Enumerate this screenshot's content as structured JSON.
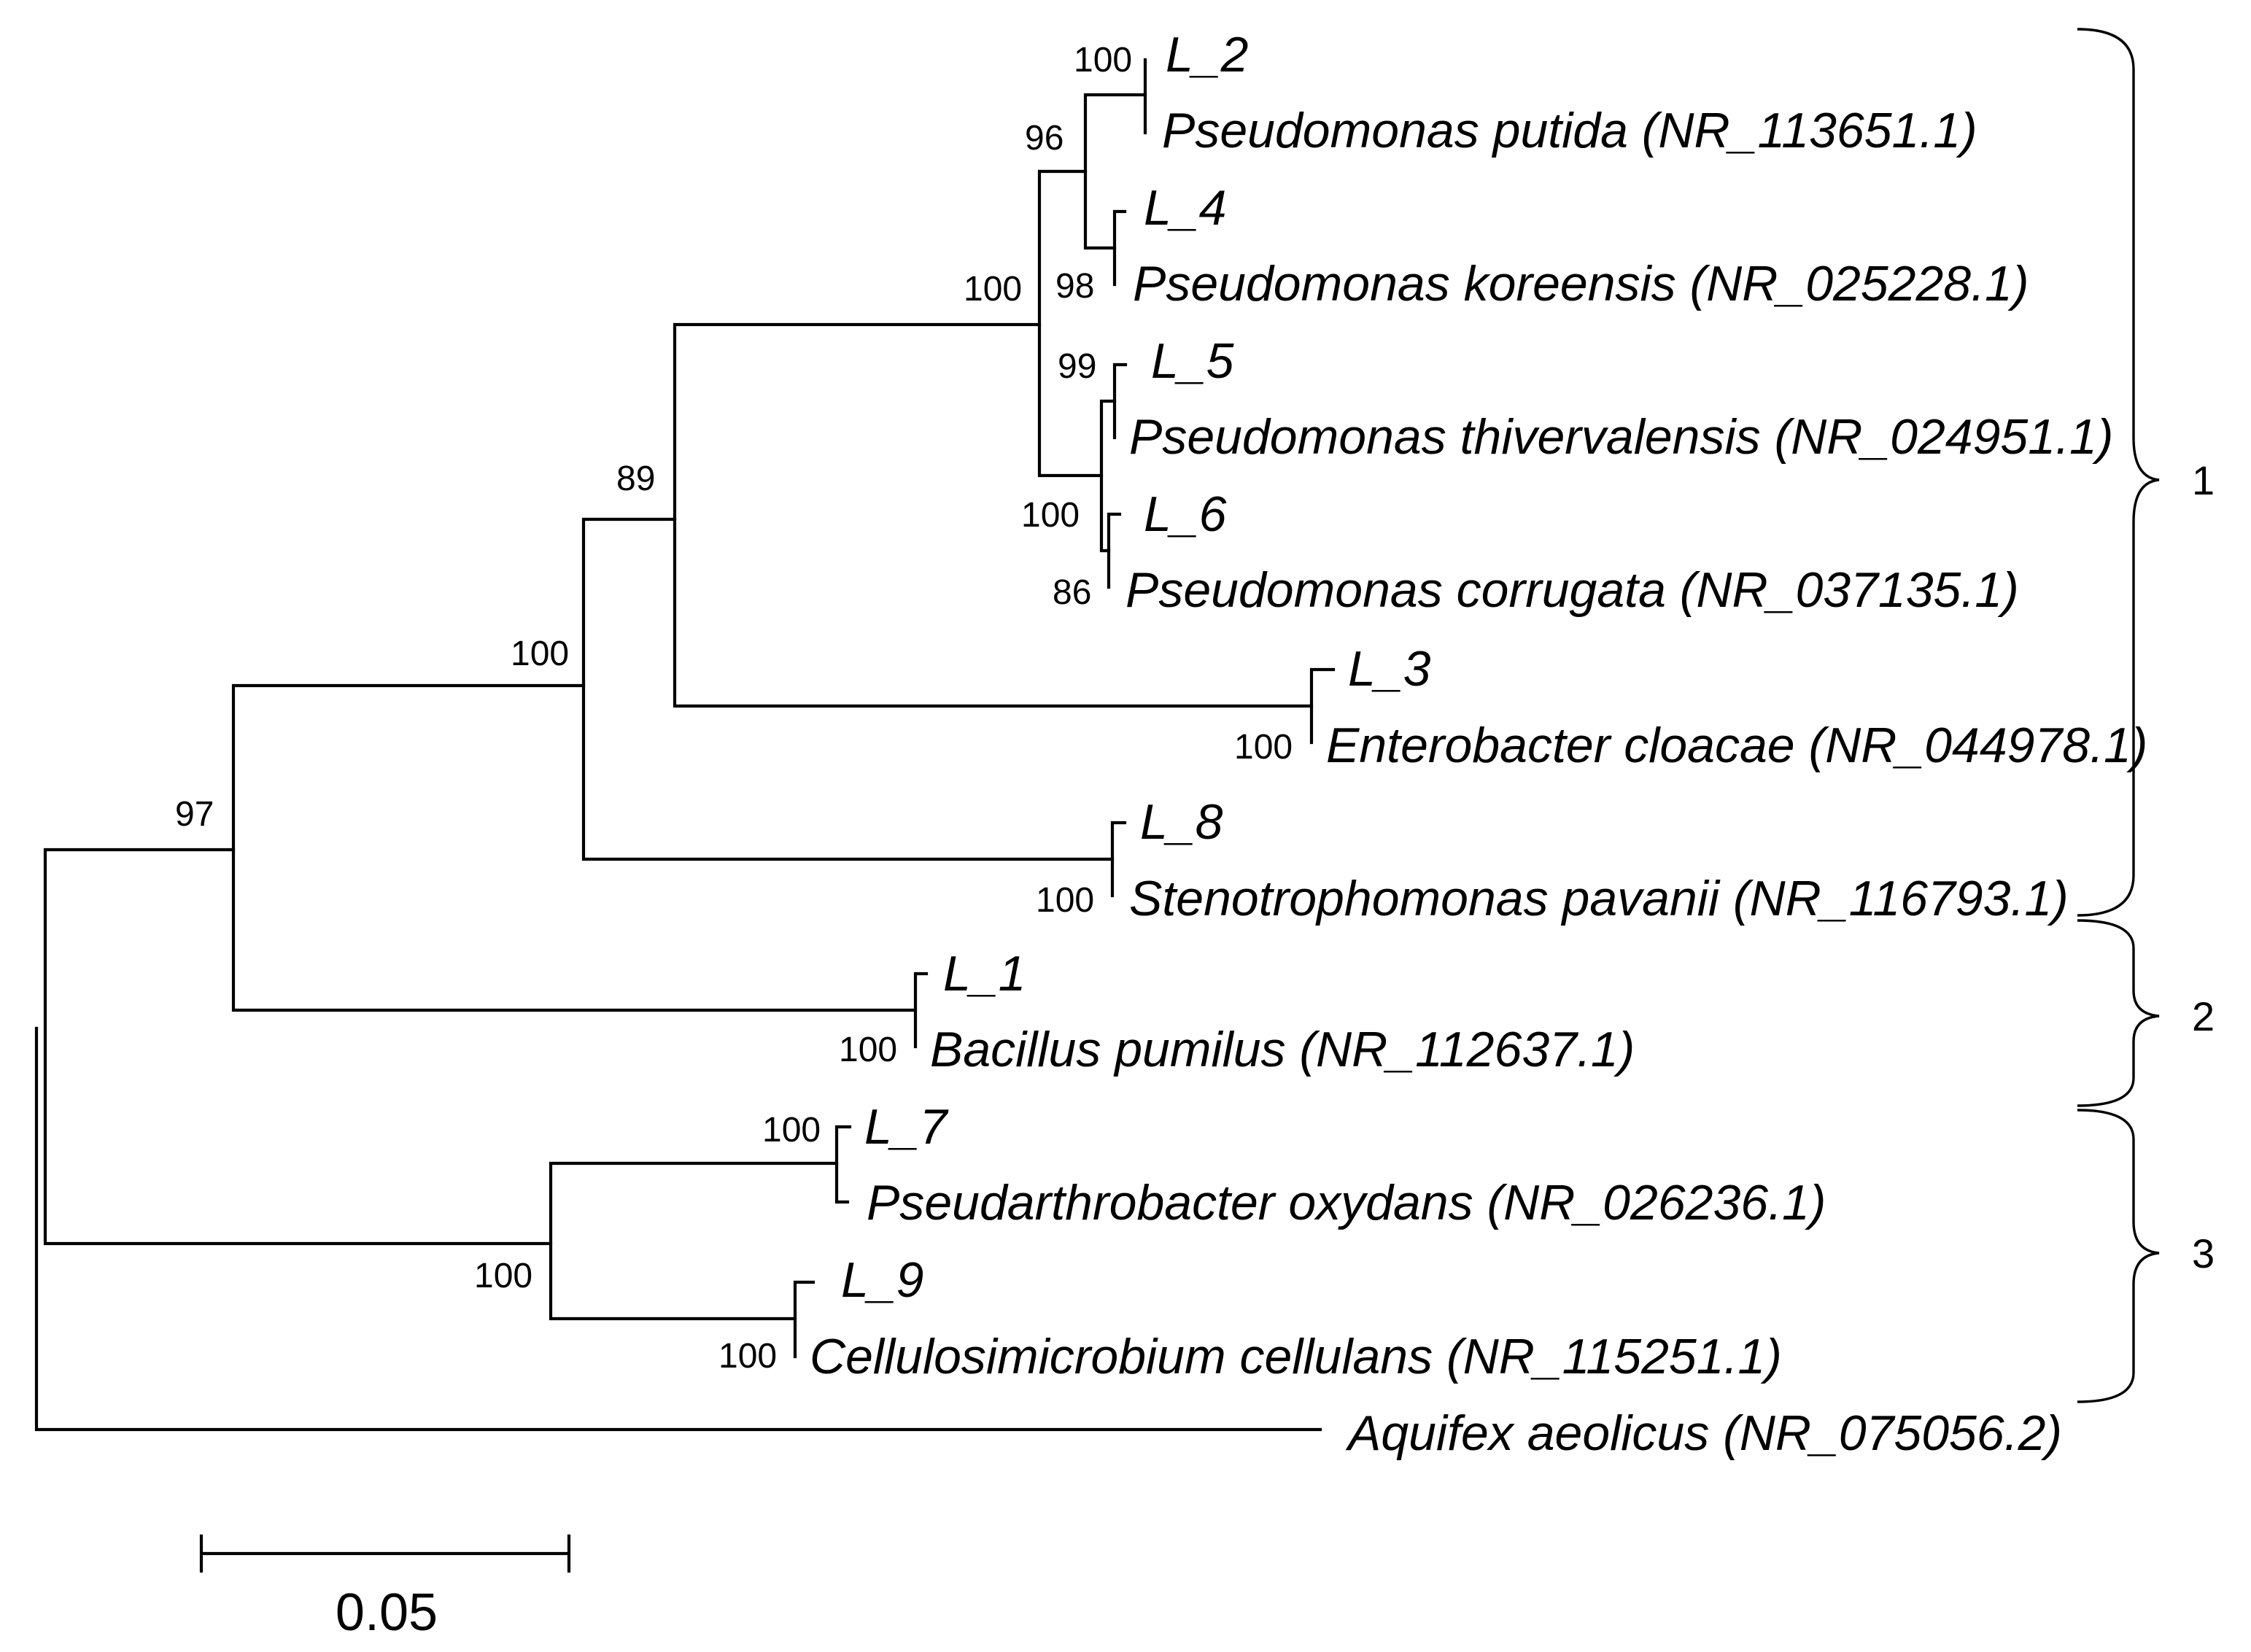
{
  "taxa": {
    "l2": "L_2",
    "p_putida": "Pseudomonas putida (NR_113651.1)",
    "l4": "L_4",
    "p_koreensis": "Pseudomonas koreensis (NR_025228.1)",
    "l5": "L_5",
    "p_thivervalensis": "Pseudomonas thivervalensis (NR_024951.1)",
    "l6": "L_6",
    "p_corrugata": "Pseudomonas corrugata (NR_037135.1)",
    "l3": "L_3",
    "e_cloacae": "Enterobacter cloacae (NR_044978.1)",
    "l8": "L_8",
    "s_pavanii": "Stenotrophomonas pavanii (NR_116793.1)",
    "l1": "L_1",
    "b_pumilus": "Bacillus pumilus (NR_112637.1)",
    "l7": "L_7",
    "p_oxydans": "Pseudarthrobacter oxydans (NR_026236.1)",
    "l9": "L_9",
    "c_cellulans": "Cellulosimicrobium cellulans (NR_115251.1)",
    "a_aeolicus": "Aquifex aeolicus (NR_075056.2)"
  },
  "bootstrap": {
    "l2_putida": "100",
    "putida_koreensis": "96",
    "l4_koreensis": "98",
    "pseudomonas_clade": "100",
    "l5_thivervalensis": "99",
    "thiv_corrugata": "100",
    "l6_corrugata": "86",
    "gamma_clade": "89",
    "l3_cloacae": "100",
    "proteobacteria_clade": "100",
    "l8_pavanii": "100",
    "main_clade": "97",
    "l1_pumilus": "100",
    "l7_oxydans": "100",
    "actino_clade": "100",
    "l9_cellulans": "100"
  },
  "groups": {
    "g1": "1",
    "g2": "2",
    "g3": "3"
  },
  "scale_bar": {
    "label": "0.05",
    "value": 0.05
  }
}
